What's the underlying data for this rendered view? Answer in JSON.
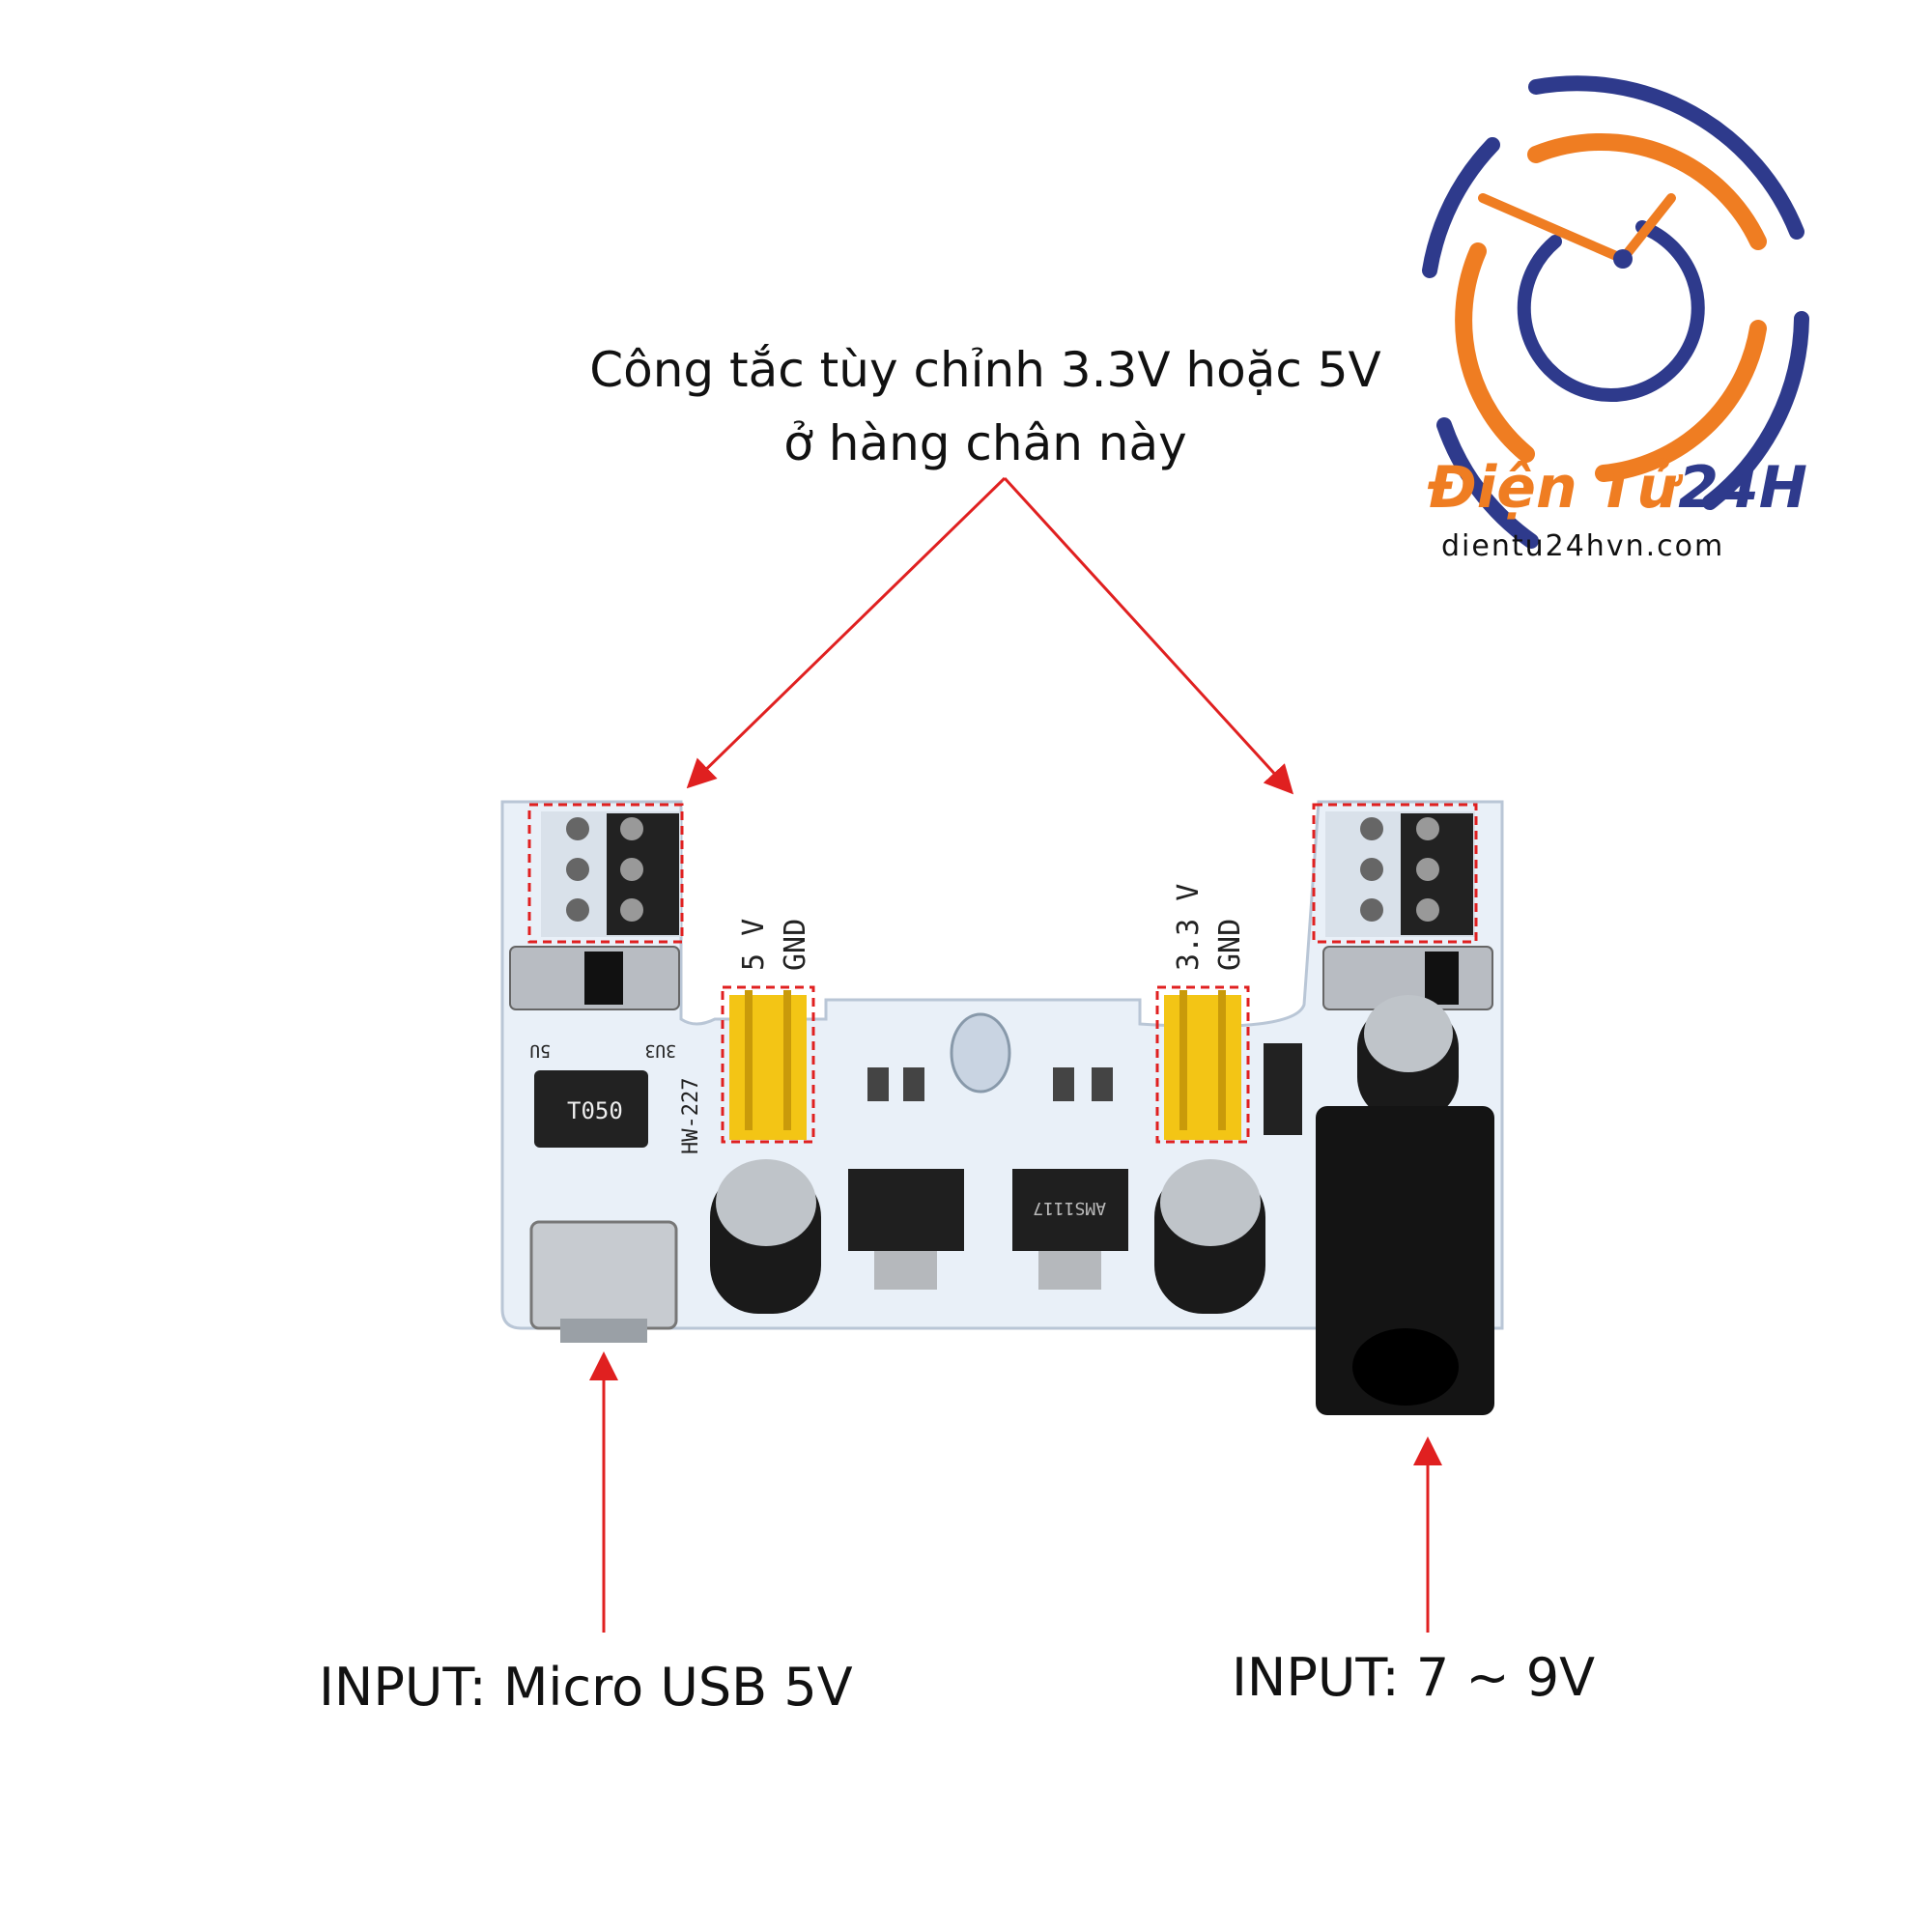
{
  "annotation_top": {
    "line1": "Công tắc tùy chỉnh 3.3V hoặc 5V",
    "line2": "ở hàng chân này"
  },
  "annotation_usb": "INPUT: Micro USB 5V",
  "annotation_dc": "INPUT: 7 ~ 9V",
  "brand": {
    "name_part1": "Điện Tử",
    "name_part2": "24H",
    "url": "dientu24hvn.com"
  },
  "board": {
    "left_header_labels": [
      "5 V",
      "GND"
    ],
    "right_header_labels": [
      "3.3 V",
      "GND"
    ],
    "switch_labels": [
      "5U",
      "3U3"
    ],
    "model": "HW-227",
    "chip_marking": "T050",
    "regulator_marking": "AMS1117"
  },
  "colors": {
    "annotation_red": "#e02020",
    "brand_orange": "#ef7d22",
    "brand_blue": "#2e3a8c",
    "pcb": "#e9f0f8",
    "jumper_yellow": "#f3c515"
  }
}
